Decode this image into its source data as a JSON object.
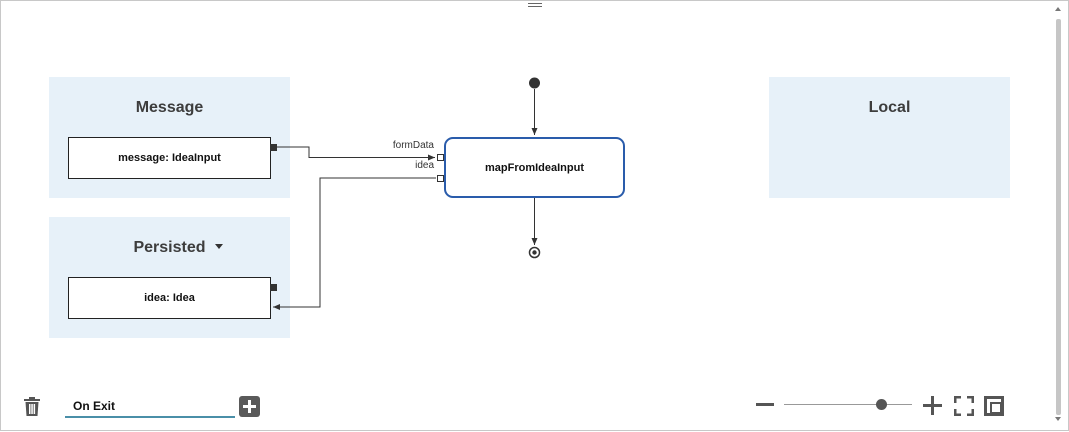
{
  "panels": {
    "message": {
      "title": "Message",
      "variable": "message: IdeaInput"
    },
    "persisted": {
      "title": "Persisted",
      "variable": "idea: Idea"
    },
    "local": {
      "title": "Local"
    }
  },
  "task": {
    "name": "mapFromIdeaInput",
    "inputs": [
      "formData",
      "idea"
    ]
  },
  "footer": {
    "event_field": "On Exit"
  },
  "zoom": {
    "level_fraction": 0.76
  }
}
